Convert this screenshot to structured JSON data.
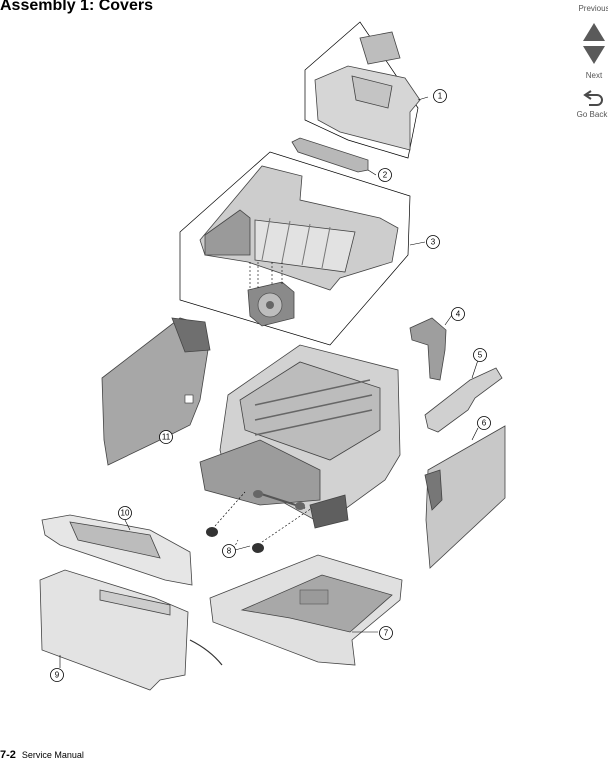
{
  "page": {
    "title": "Assembly 1:  Covers",
    "footer_page": "7-2",
    "footer_manual": "Service Manual"
  },
  "nav": {
    "previous_label": "Previous",
    "next_label": "Next",
    "go_back_label": "Go Back"
  },
  "callouts": [
    "1",
    "2",
    "3",
    "4",
    "5",
    "6",
    "7",
    "8",
    "9",
    "10",
    "11"
  ],
  "colors": {
    "part_fill": "#cfcfcf",
    "part_dark": "#7a7a7a",
    "part_light": "#ececec"
  }
}
